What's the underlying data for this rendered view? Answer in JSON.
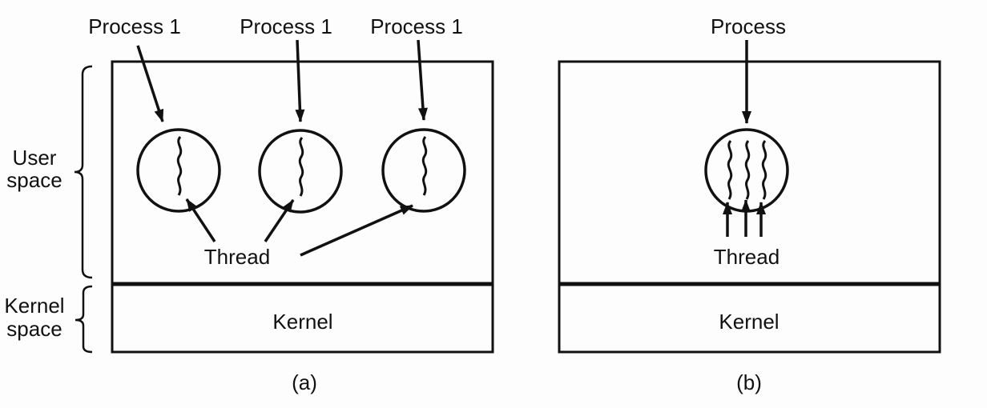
{
  "figure_name": "threads-user-space-vs-kernel-space",
  "colors": {
    "ink": "#111111",
    "background": "#fdfdfd"
  },
  "panel_a": {
    "caption": "(a)",
    "process_labels": [
      "Process 1",
      "Process 1",
      "Process 1"
    ],
    "thread_label": "Thread",
    "kernel_label": "Kernel"
  },
  "panel_b": {
    "caption": "(b)",
    "process_label": "Process",
    "thread_label": "Thread",
    "kernel_label": "Kernel"
  },
  "side_labels": {
    "user_space": [
      "User",
      "space"
    ],
    "kernel_space": [
      "Kernel",
      "space"
    ]
  }
}
